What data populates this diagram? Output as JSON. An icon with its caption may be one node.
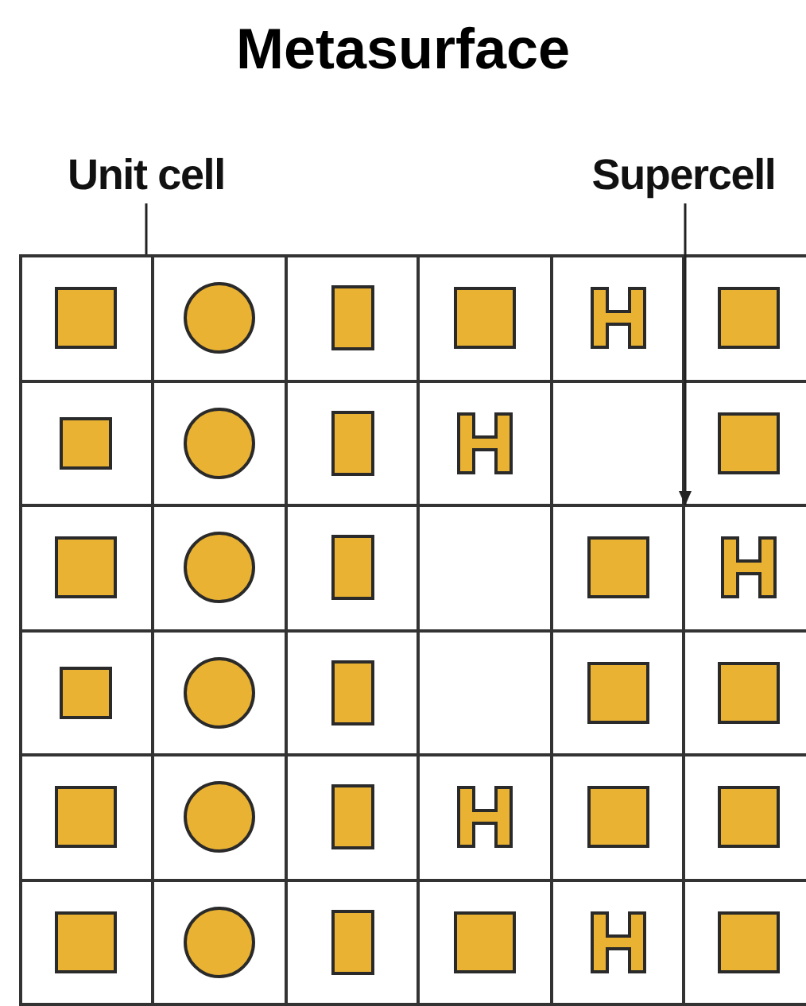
{
  "diagram": {
    "title": "Metasurface",
    "nodes": [
      {
        "text": [
          "Unit cell"
        ]
      },
      {
        "text": [
          "Supercell"
        ]
      }
    ],
    "edges": [
      {
        "from": 0,
        "to": null,
        "arrow": "none"
      },
      {
        "from": 1,
        "to": null,
        "arrow": "to"
      }
    ]
  }
}
